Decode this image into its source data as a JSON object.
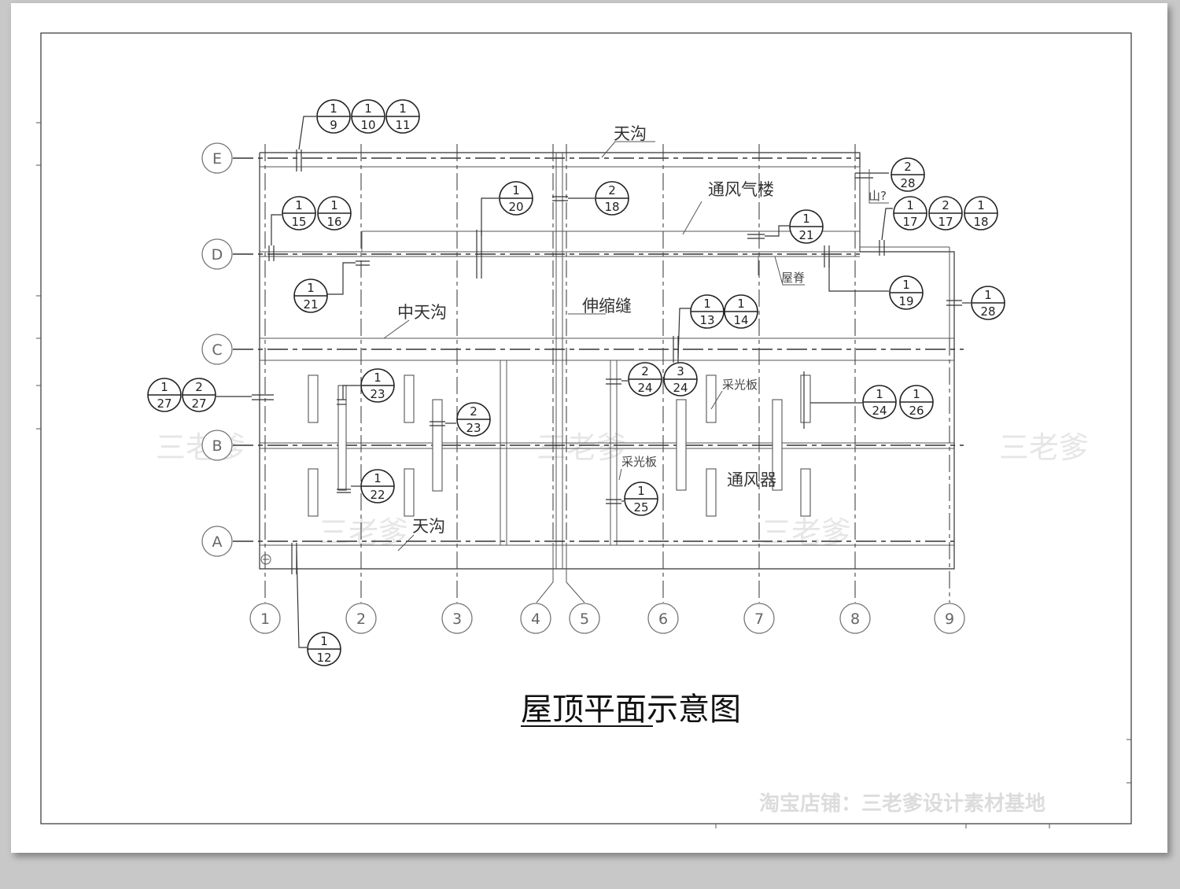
{
  "title": "屋顶平面示意图",
  "axes": {
    "rows": [
      "A",
      "B",
      "C",
      "D",
      "E"
    ],
    "cols": [
      "1",
      "2",
      "3",
      "4",
      "5",
      "6",
      "7",
      "8",
      "9"
    ]
  },
  "labels": {
    "gutter_top": "天沟",
    "gutter_bottom": "天沟",
    "mid_gutter": "中天沟",
    "vent_tower": "通风气楼",
    "expansion_joint": "伸缩缝",
    "ridge": "屋脊",
    "gable": "山?",
    "skylight_1": "采光板",
    "skylight_2": "采光板",
    "ventilator": "通风器"
  },
  "refs": [
    {
      "id": "r1-9",
      "num": "1",
      "den": "9"
    },
    {
      "id": "r1-10",
      "num": "1",
      "den": "10"
    },
    {
      "id": "r1-11",
      "num": "1",
      "den": "11"
    },
    {
      "id": "r2-28",
      "num": "2",
      "den": "28"
    },
    {
      "id": "r2-18",
      "num": "2",
      "den": "18"
    },
    {
      "id": "r1-20",
      "num": "1",
      "den": "20"
    },
    {
      "id": "r1-15",
      "num": "1",
      "den": "15"
    },
    {
      "id": "r1-16",
      "num": "1",
      "den": "16"
    },
    {
      "id": "r1-21a",
      "num": "1",
      "den": "21"
    },
    {
      "id": "r1-17",
      "num": "1",
      "den": "17"
    },
    {
      "id": "r2-17",
      "num": "2",
      "den": "17"
    },
    {
      "id": "r1-18",
      "num": "1",
      "den": "18"
    },
    {
      "id": "r1-21b",
      "num": "1",
      "den": "21"
    },
    {
      "id": "r1-19",
      "num": "1",
      "den": "19"
    },
    {
      "id": "r1-28",
      "num": "1",
      "den": "28"
    },
    {
      "id": "r1-13",
      "num": "1",
      "den": "13"
    },
    {
      "id": "r1-14",
      "num": "1",
      "den": "14"
    },
    {
      "id": "r1-27",
      "num": "1",
      "den": "27"
    },
    {
      "id": "r2-27",
      "num": "2",
      "den": "27"
    },
    {
      "id": "r1-23",
      "num": "1",
      "den": "23"
    },
    {
      "id": "r2-23",
      "num": "2",
      "den": "23"
    },
    {
      "id": "r2-24",
      "num": "2",
      "den": "24"
    },
    {
      "id": "r3-24",
      "num": "3",
      "den": "24"
    },
    {
      "id": "r1-24",
      "num": "1",
      "den": "24"
    },
    {
      "id": "r1-26",
      "num": "1",
      "den": "26"
    },
    {
      "id": "r1-22",
      "num": "1",
      "den": "22"
    },
    {
      "id": "r1-25",
      "num": "1",
      "den": "25"
    },
    {
      "id": "r1-12",
      "num": "1",
      "den": "12"
    }
  ],
  "watermarks": [
    "三老爹",
    "三老爹",
    "三老爹",
    "三老爹",
    "三老爹"
  ],
  "store_watermark": "淘宝店铺：三老爹设计素材基地"
}
